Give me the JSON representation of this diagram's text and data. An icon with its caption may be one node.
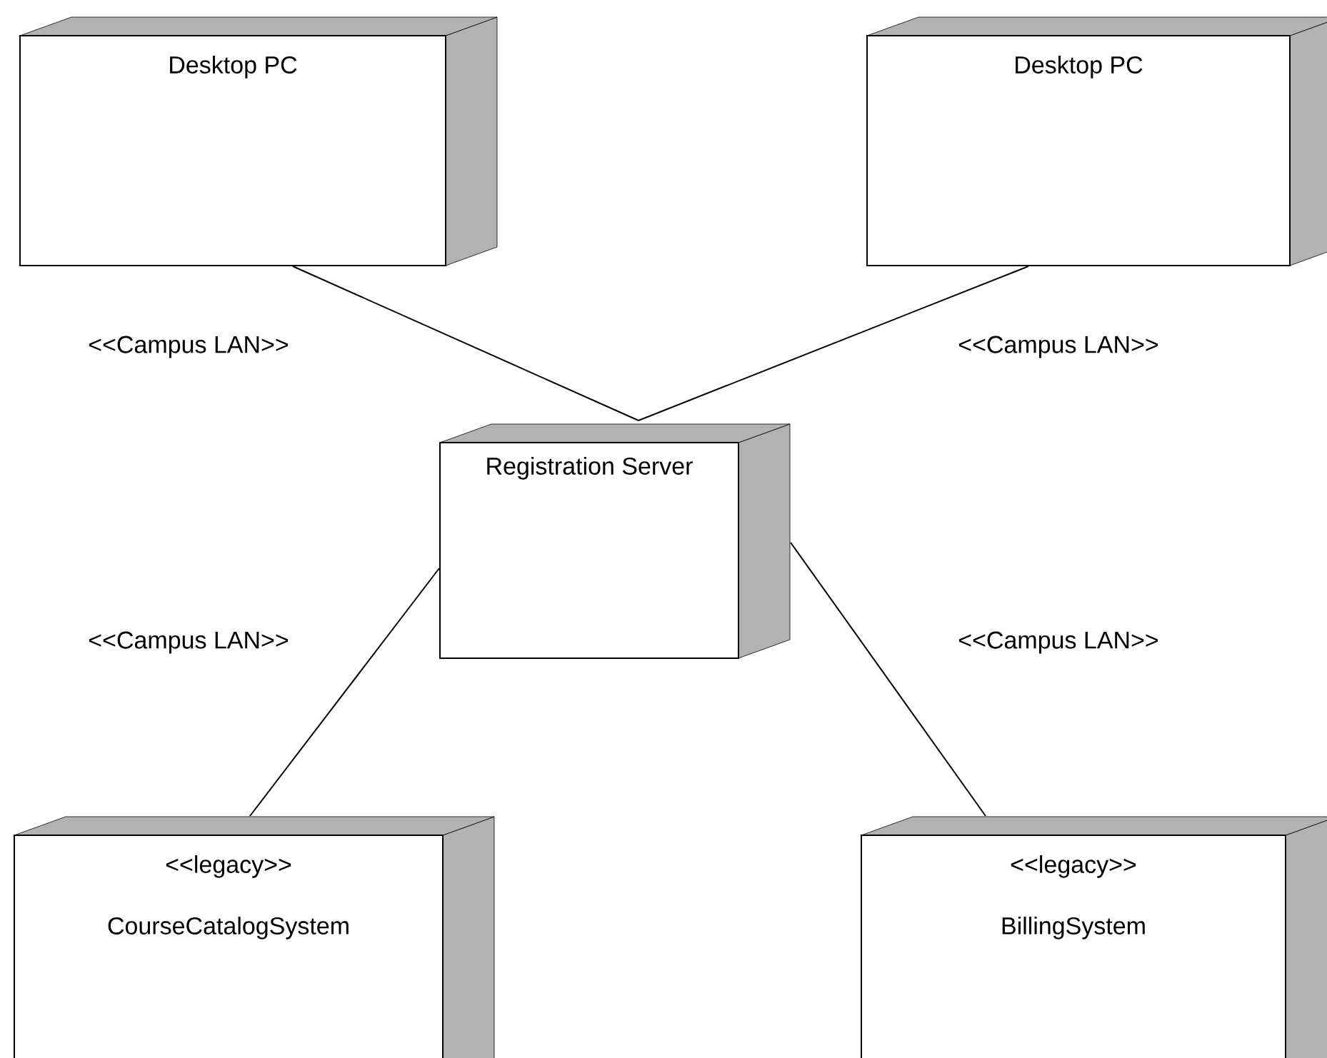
{
  "diagram": {
    "nodes": [
      {
        "text": [
          "Desktop PC"
        ]
      },
      {
        "text": [
          "Desktop PC"
        ]
      },
      {
        "text": [
          "Registration Server"
        ]
      },
      {
        "text": [
          "<<legacy>>",
          "CourseCatalogSystem"
        ]
      },
      {
        "text": [
          "<<legacy>>",
          "BillingSystem"
        ]
      }
    ],
    "edges": [
      {
        "from": 0,
        "to": 2,
        "arrow": "none",
        "label": "<<Campus LAN>>"
      },
      {
        "from": 1,
        "to": 2,
        "arrow": "none",
        "label": "<<Campus LAN>>"
      },
      {
        "from": 2,
        "to": 3,
        "arrow": "none",
        "label": "<<Campus LAN>>"
      },
      {
        "from": 2,
        "to": 4,
        "arrow": "none",
        "label": "<<Campus LAN>>"
      }
    ]
  }
}
